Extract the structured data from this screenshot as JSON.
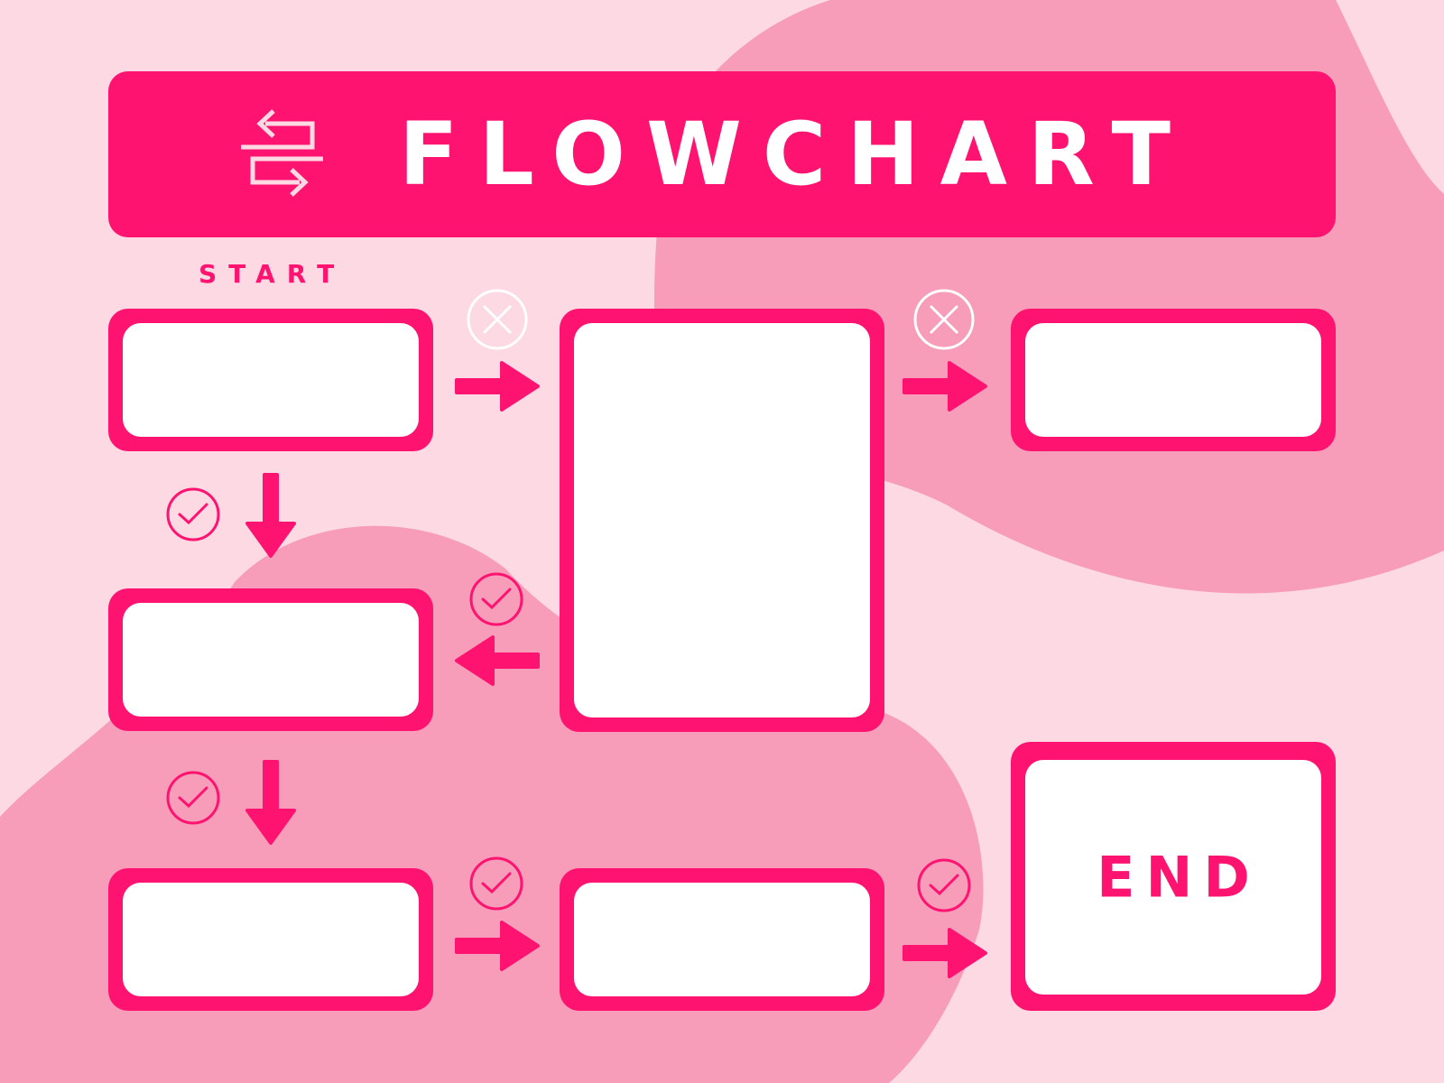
{
  "title": "FLOWCHART",
  "start_label": "START",
  "end_label": "END",
  "colors": {
    "accent": "#fe1470",
    "background": "#fcd9e3",
    "blob": "#f79cb9",
    "box_fill": "#ffffff",
    "header_text": "#ffffff"
  },
  "icons": {
    "header": "swap-arrows-icon",
    "yes": "check-circle-icon",
    "no": "x-circle-icon"
  }
}
